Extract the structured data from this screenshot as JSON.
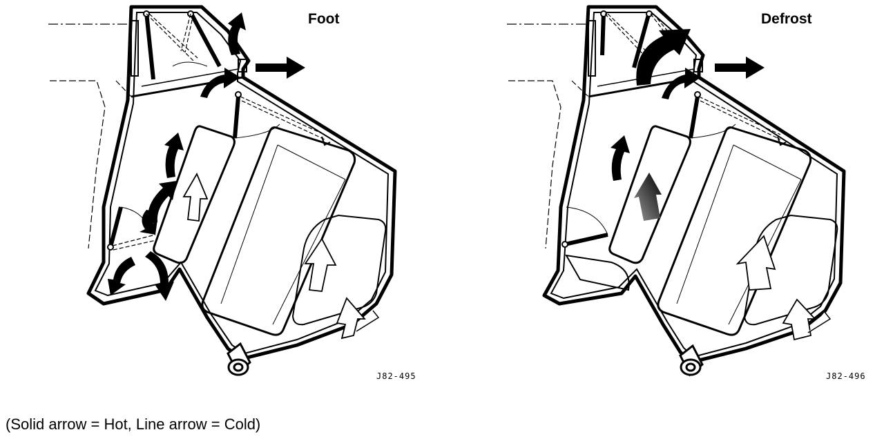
{
  "panels": [
    {
      "title": "Foot",
      "code": "J82-495"
    },
    {
      "title": "Defrost",
      "code": "J82-496"
    }
  ],
  "legend": "(Solid arrow = Hot, Line arrow  = Cold)",
  "colors": {
    "ink": "#000000",
    "paper": "#ffffff"
  }
}
